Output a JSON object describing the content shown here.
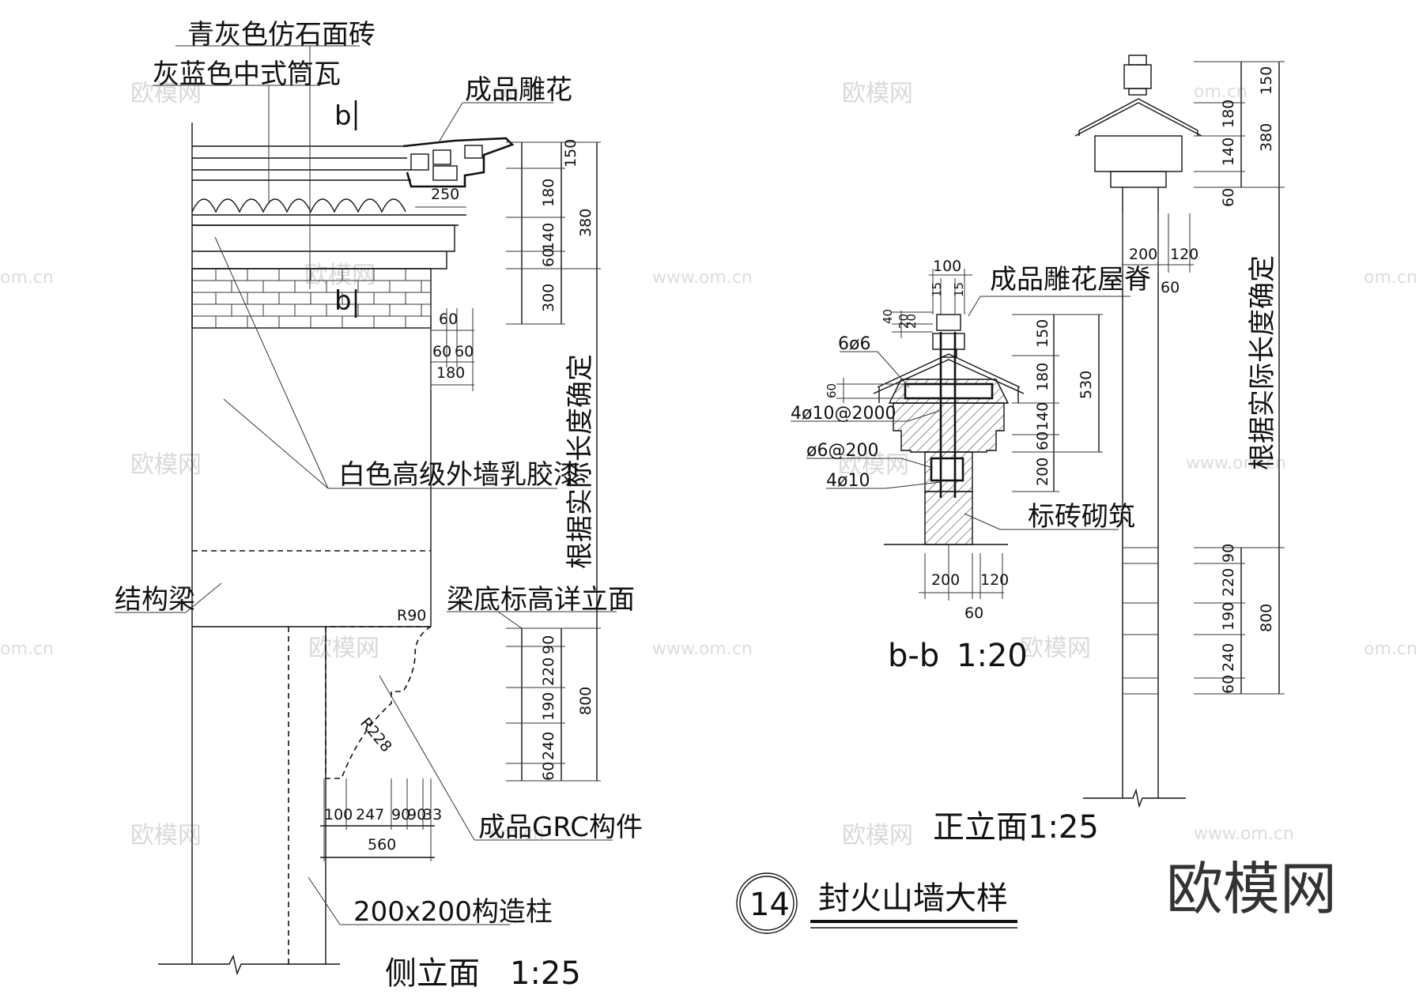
{
  "watermarks": {
    "site": "www.om.cn",
    "brand_small": "欧模网",
    "site_short": "om.cn",
    "brand_large": "欧模网"
  },
  "side_view": {
    "labels": {
      "stone_tile": "青灰色仿石面砖",
      "barrel_tile": "灰蓝色中式筒瓦",
      "carving": "成品雕花",
      "latex_paint": "白色高级外墙乳胶漆",
      "beam": "结构梁",
      "beam_bottom": "梁底标高详立面",
      "grc_part": "成品GRC构件",
      "column": "200x200构造柱",
      "length_note": "根据实际长度确定",
      "section_mark": "b"
    },
    "dims": {
      "top_150": "150",
      "top_180": "180",
      "top_380": "380",
      "top_140": "140",
      "top_60": "60",
      "top_300": "300",
      "eave_250": "250",
      "sub_60a": "60",
      "sub_60b": "60",
      "sub_60c": "60",
      "sub_180": "180",
      "r90": "R90",
      "r228": "R228",
      "low_90": "90",
      "low_220": "220",
      "low_190": "190",
      "low_240": "240",
      "low_60": "60",
      "low_800": "800",
      "b_100": "100",
      "b_247": "247",
      "b_90a": "90",
      "b_90b": "90",
      "b_33": "33",
      "b_560": "560"
    },
    "title": "侧立面",
    "scale": "1:25"
  },
  "section_view": {
    "labels": {
      "ridge": "成品雕花屋脊",
      "bar1": "6ø6",
      "bar2": "4ø10@2000",
      "bar3": "ø6@200",
      "bar4": "4ø10",
      "brick": "标砖砌筑"
    },
    "dims": {
      "t_100": "100",
      "t_15a": "15",
      "t_15b": "15",
      "t_40": "40",
      "t_20a": "20",
      "t_20b": "20",
      "t_60": "60",
      "r_150": "150",
      "r_180": "180",
      "r_530": "530",
      "r_140": "140",
      "r_60": "60",
      "r_200": "200",
      "b_200": "200",
      "b_120": "120",
      "b_60": "60"
    },
    "title": "b-b",
    "scale": "1:20"
  },
  "front_view": {
    "dims": {
      "t_150": "150",
      "t_180": "180",
      "t_380": "380",
      "t_140": "140",
      "t_60": "60",
      "w_200": "200",
      "w_120": "120",
      "w_60": "60",
      "l_90": "90",
      "l_220": "220",
      "l_190": "190",
      "l_800": "800",
      "l_240": "240",
      "l_60": "60"
    },
    "length_note": "根据实际长度确定",
    "title": "正立面1:25"
  },
  "sheet": {
    "detail_number": "14",
    "detail_title": "封火山墙大样"
  }
}
